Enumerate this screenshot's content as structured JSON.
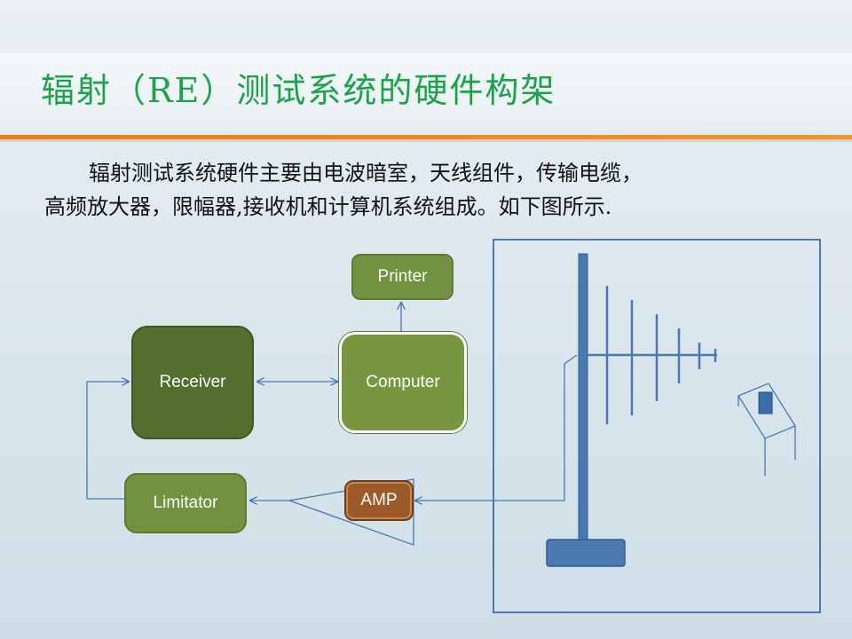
{
  "slide": {
    "title": "辐射（RE）测试系统的硬件构架",
    "paragraph_line1": "辐射测试系统硬件主要由电波暗室，天线组件，传输电缆，",
    "paragraph_line2": "高频放大器，限幅器,接收机和计算机系统组成。如下图所示."
  },
  "diagram": {
    "printer": "Printer",
    "receiver": "Receiver",
    "computer": "Computer",
    "limitator": "Limitator",
    "amp": "AMP"
  },
  "colors": {
    "title": "#1aa34a",
    "rule": "#f07a14",
    "box_green": "#72923f",
    "box_dark_green": "#546e2e",
    "amp_brown": "#9c5a28",
    "line_blue": "#4a78b0"
  },
  "icons": [
    "antenna-icon",
    "device-under-test-icon"
  ]
}
